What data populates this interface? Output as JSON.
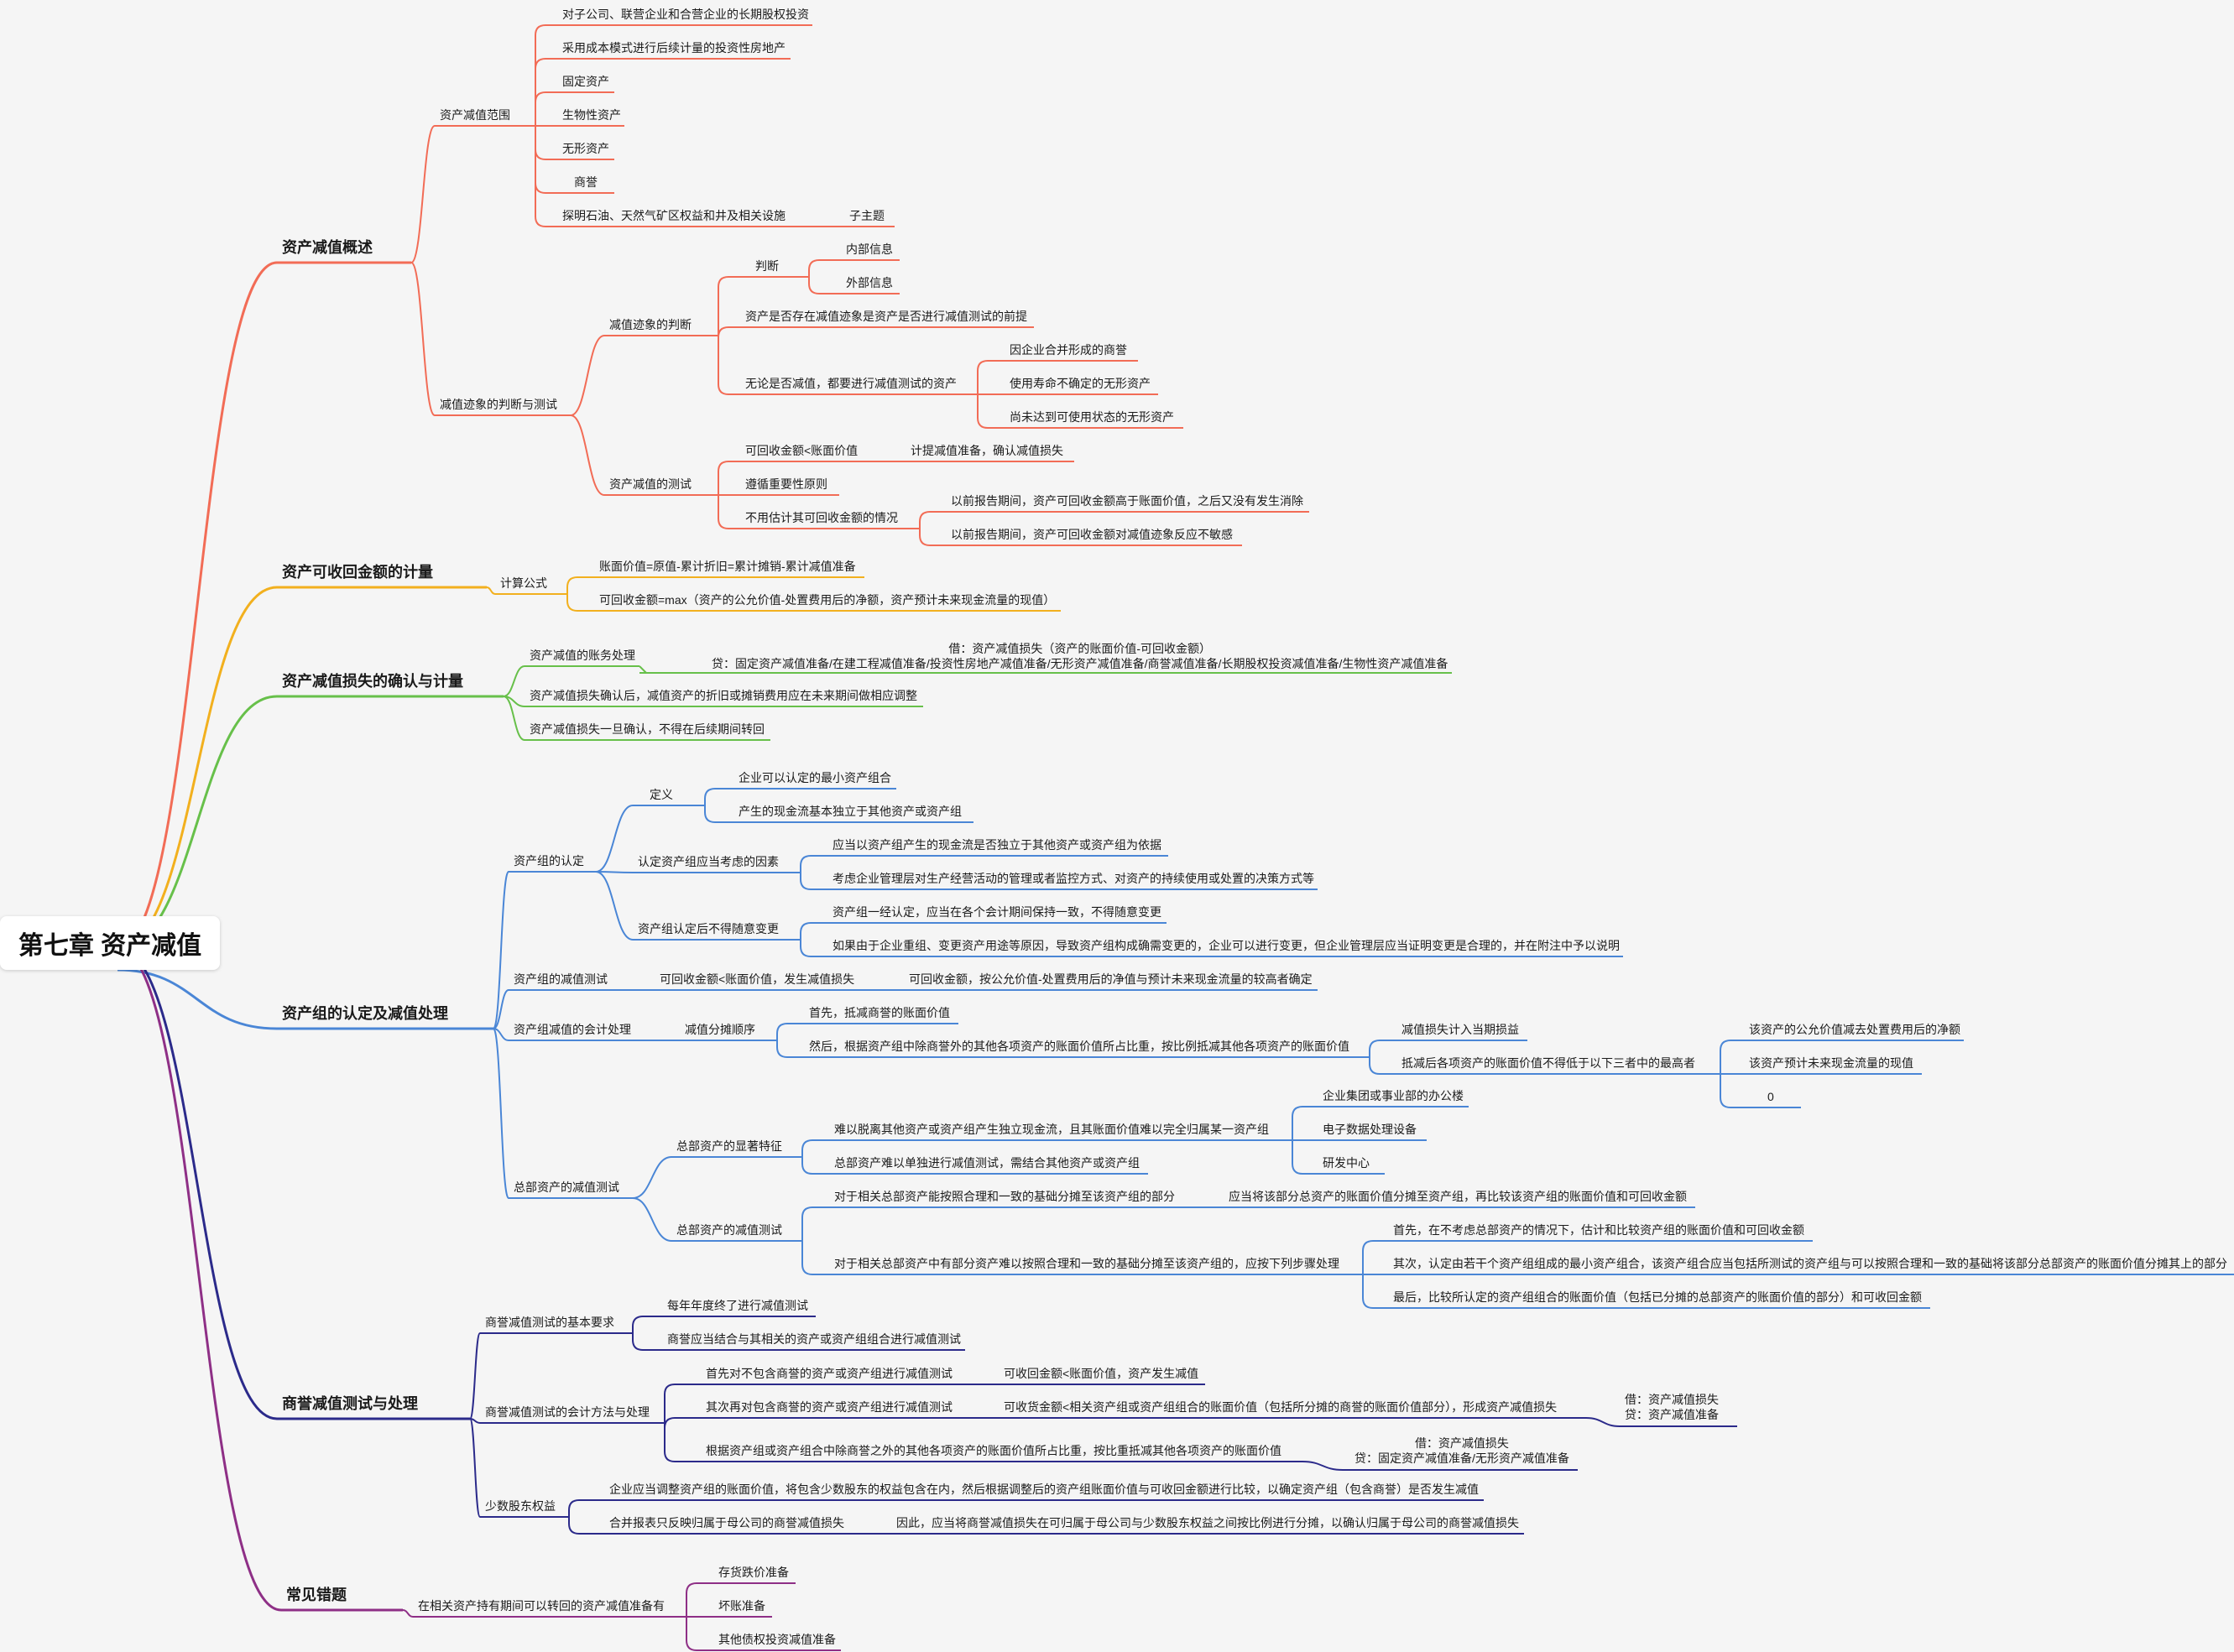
{
  "root": "第七章 资产减值",
  "colors": {
    "b0": "#f26c56",
    "b1": "#f2b01e",
    "b2": "#67c04a",
    "b3": "#4a86d6",
    "b4": "#2b2a8a",
    "b5": "#8e2f86"
  },
  "nodes": {
    "b0": "资产减值概述",
    "b0_s1": "资产减值范围",
    "b0_s1_1": "对子公司、联营企业和合营企业的长期股权投资",
    "b0_s1_2": "采用成本模式进行后续计量的投资性房地产",
    "b0_s1_3": "固定资产",
    "b0_s1_4": "生物性资产",
    "b0_s1_5": "无形资产",
    "b0_s1_6": "商誉",
    "b0_s1_7": "探明石油、天然气矿区权益和井及相关设施",
    "b0_s1_7_1": "子主题",
    "b0_s2": "减值迹象的判断与测试",
    "b0_s2_1": "减值迹象的判断",
    "b0_s2_1_1": "判断",
    "b0_s2_1_1_1": "内部信息",
    "b0_s2_1_1_2": "外部信息",
    "b0_s2_1_2": "资产是否存在减值迹象是资产是否进行减值测试的前提",
    "b0_s2_1_3": "无论是否减值，都要进行减值测试的资产",
    "b0_s2_1_3_1": "因企业合并形成的商誉",
    "b0_s2_1_3_2": "使用寿命不确定的无形资产",
    "b0_s2_1_3_3": "尚未达到可使用状态的无形资产",
    "b0_s2_2": "资产减值的测试",
    "b0_s2_2_1": "可回收金额<账面价值",
    "b0_s2_2_1_1": "计提减值准备，确认减值损失",
    "b0_s2_2_2": "遵循重要性原则",
    "b0_s2_2_3": "不用估计其可回收金额的情况",
    "b0_s2_2_3_1": "以前报告期间，资产可回收金额高于账面价值，之后又没有发生消除",
    "b0_s2_2_3_2": "以前报告期间，资产可回收金额对减值迹象反应不敏感",
    "b1": "资产可收回金额的计量",
    "b1_s1": "计算公式",
    "b1_s1_1": "账面价值=原值-累计折旧=累计摊销-累计减值准备",
    "b1_s1_2": "可回收金额=max（资产的公允价值-处置费用后的净额，资产预计未来现金流量的现值）",
    "b2": "资产减值损失的确认与计量",
    "b2_s1": "资产减值的账务处理",
    "b2_s1_1a": "借：资产减值损失（资产的账面价值-可回收金额）",
    "b2_s1_1b": "贷：固定资产减值准备/在建工程减值准备/投资性房地产减值准备/无形资产减值准备/商誉减值准备/长期股权投资减值准备/生物性资产减值准备",
    "b2_s2": "资产减值损失确认后，减值资产的折旧或摊销费用应在未来期间做相应调整",
    "b2_s3": "资产减值损失一旦确认，不得在后续期间转回",
    "b3": "资产组的认定及减值处理",
    "b3_s1": "资产组的认定",
    "b3_s1_1": "定义",
    "b3_s1_1_1": "企业可以认定的最小资产组合",
    "b3_s1_1_2": "产生的现金流基本独立于其他资产或资产组",
    "b3_s1_2": "认定资产组应当考虑的因素",
    "b3_s1_2_1": "应当以资产组产生的现金流是否独立于其他资产或资产组为依据",
    "b3_s1_2_2": "考虑企业管理层对生产经营活动的管理或者监控方式、对资产的持续使用或处置的决策方式等",
    "b3_s1_3": "资产组认定后不得随意变更",
    "b3_s1_3_1": "资产组一经认定，应当在各个会计期间保持一致，不得随意变更",
    "b3_s1_3_2": "如果由于企业重组、变更资产用途等原因，导致资产组构成确需变更的，企业可以进行变更，但企业管理层应当证明变更是合理的，并在附注中予以说明",
    "b3_s2": "资产组的减值测试",
    "b3_s2_1": "可回收金额<账面价值，发生减值损失",
    "b3_s2_1_1": "可回收金额，按公允价值-处置费用后的净值与预计未来现金流量的较高者确定",
    "b3_s3": "资产组减值的会计处理",
    "b3_s3_1": "减值分摊顺序",
    "b3_s3_1_1": "首先，抵减商誉的账面价值",
    "b3_s3_1_2": "然后，根据资产组中除商誉外的其他各项资产的账面价值所占比重，按比例抵减其他各项资产的账面价值",
    "b3_s3_1_2_1": "减值损失计入当期损益",
    "b3_s3_1_2_2": "抵减后各项资产的账面价值不得低于以下三者中的最高者",
    "b3_s3_1_2_2_1": "该资产的公允价值减去处置费用后的净额",
    "b3_s3_1_2_2_2": "该资产预计未来现金流量的现值",
    "b3_s3_1_2_2_3": "0",
    "b3_s4": "总部资产的减值测试",
    "b3_s4_1": "总部资产的显著特征",
    "b3_s4_1_1": "难以脱离其他资产或资产组产生独立现金流，且其账面价值难以完全归属某一资产组",
    "b3_s4_1_1_1": "企业集团或事业部的办公楼",
    "b3_s4_1_1_2": "电子数据处理设备",
    "b3_s4_1_1_3": "研发中心",
    "b3_s4_1_2": "总部资产难以单独进行减值测试，需结合其他资产或资产组",
    "b3_s4_2": "总部资产的减值测试",
    "b3_s4_2_1": "对于相关总部资产能按照合理和一致的基础分摊至该资产组的部分",
    "b3_s4_2_1_1": "应当将该部分总资产的账面价值分摊至资产组，再比较该资产组的账面价值和可回收金额",
    "b3_s4_2_2": "对于相关总部资产中有部分资产难以按照合理和一致的基础分摊至该资产组的，应按下列步骤处理",
    "b3_s4_2_2_1": "首先，在不考虑总部资产的情况下，估计和比较资产组的账面价值和可回收金额",
    "b3_s4_2_2_2": "其次，认定由若干个资产组组成的最小资产组合，该资产组合应当包括所测试的资产组与可以按照合理和一致的基础将该部分总部资产的账面价值分摊其上的部分",
    "b3_s4_2_2_3": "最后，比较所认定的资产组组合的账面价值（包括已分摊的总部资产的账面价值的部分）和可收回金额",
    "b4": "商誉减值测试与处理",
    "b4_s1": "商誉减值测试的基本要求",
    "b4_s1_1": "每年年度终了进行减值测试",
    "b4_s1_2": "商誉应当结合与其相关的资产或资产组组合进行减值测试",
    "b4_s2": "商誉减值测试的会计方法与处理",
    "b4_s2_1": "首先对不包含商誉的资产或资产组进行减值测试",
    "b4_s2_1_1": "可收回金额<账面价值，资产发生减值",
    "b4_s2_2": "其次再对包含商誉的资产或资产组进行减值测试",
    "b4_s2_2_1": "可收货金额<相关资产组或资产组组合的账面价值（包括所分摊的商誉的账面价值部分），形成资产减值损失",
    "b4_s2_2_1_1a": "借：资产减值损失",
    "b4_s2_2_1_1b": "贷：资产减值准备",
    "b4_s2_3": "根据资产组或资产组合中除商誉之外的其他各项资产的账面价值所占比重，按比重抵减其他各项资产的账面价值",
    "b4_s2_3_1a": "借：资产减值损失",
    "b4_s2_3_1b": "贷：固定资产减值准备/无形资产减值准备",
    "b4_s3": "少数股东权益",
    "b4_s3_1": "企业应当调整资产组的账面价值，将包含少数股东的权益包含在内，然后根据调整后的资产组账面价值与可收回金额进行比较，以确定资产组（包含商誉）是否发生减值",
    "b4_s3_2": "合并报表只反映归属于母公司的商誉减值损失",
    "b4_s3_2_1": "因此，应当将商誉减值损失在可归属于母公司与少数股东权益之间按比例进行分摊，以确认归属于母公司的商誉减值损失",
    "b5": "常见错题",
    "b5_s1": "在相关资产持有期间可以转回的资产减值准备有",
    "b5_s1_1": "存货跌价准备",
    "b5_s1_2": "坏账准备",
    "b5_s1_3": "其他债权投资减值准备"
  }
}
